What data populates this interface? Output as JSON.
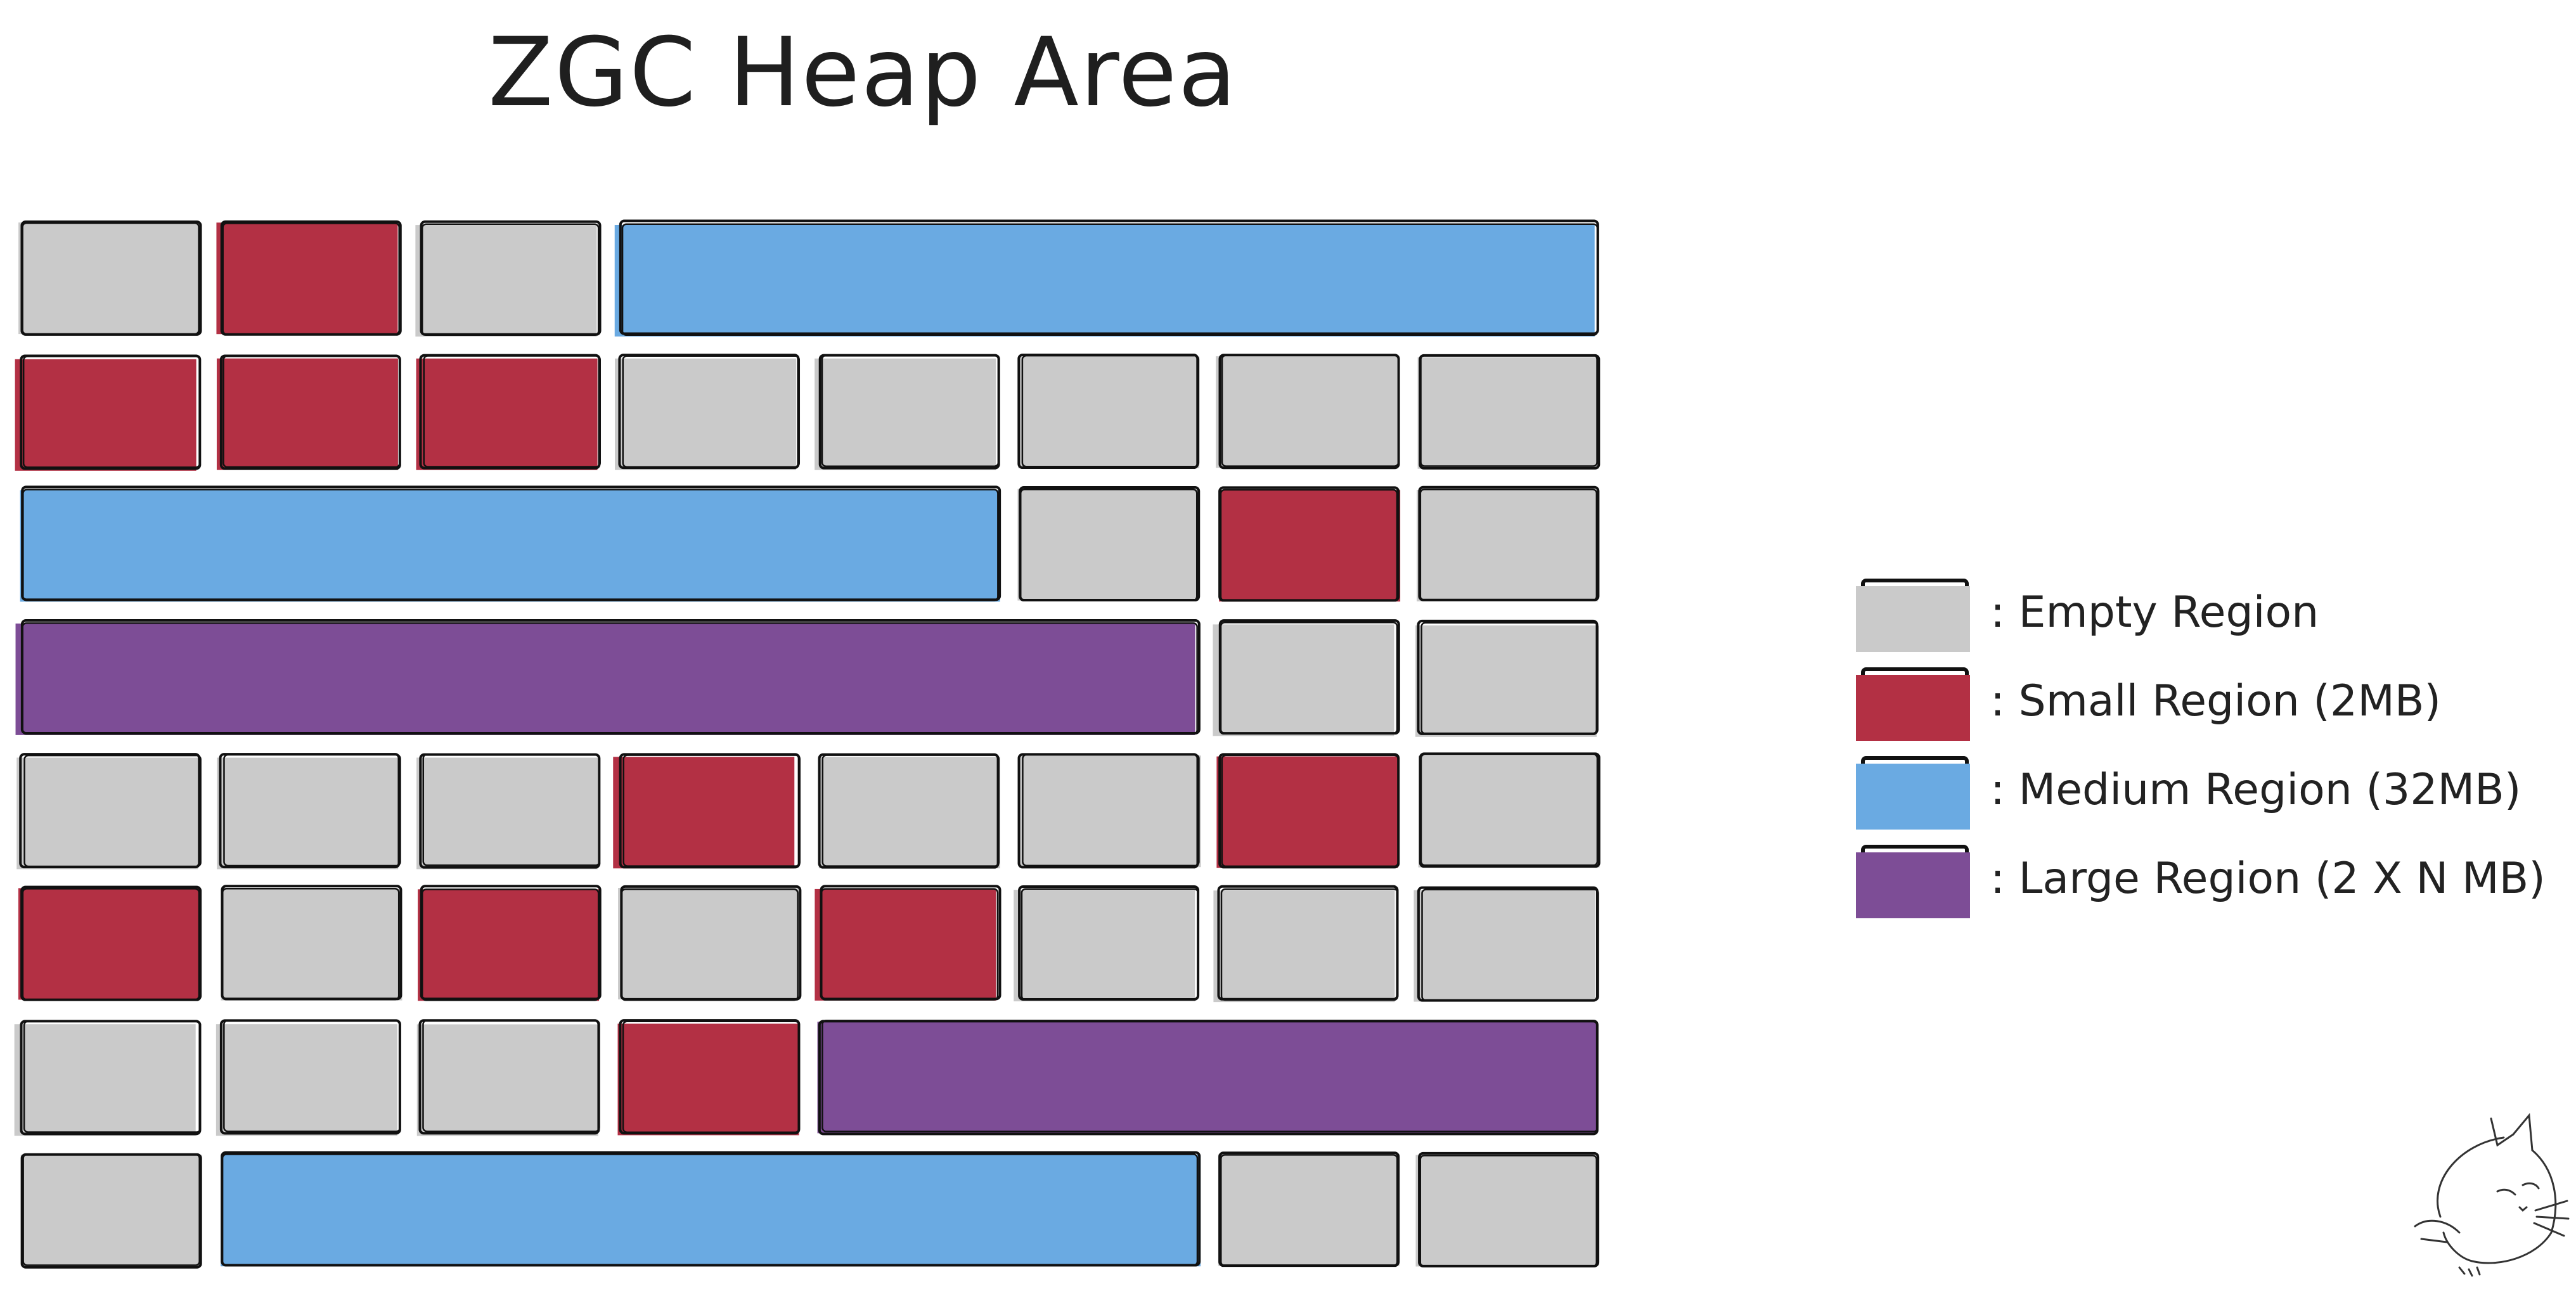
{
  "title": "ZGC Heap Area",
  "colors": {
    "empty": "#cacaca",
    "small": "#b33044",
    "medium": "#6aaae2",
    "large": "#7d4d96",
    "stroke": "#111111"
  },
  "grid": {
    "columns": 8,
    "rows": [
      [
        {
          "type": "empty",
          "span": 1
        },
        {
          "type": "small",
          "span": 1
        },
        {
          "type": "empty",
          "span": 1
        },
        {
          "type": "medium",
          "span": 5
        }
      ],
      [
        {
          "type": "small",
          "span": 1
        },
        {
          "type": "small",
          "span": 1
        },
        {
          "type": "small",
          "span": 1
        },
        {
          "type": "empty",
          "span": 1
        },
        {
          "type": "empty",
          "span": 1
        },
        {
          "type": "empty",
          "span": 1
        },
        {
          "type": "empty",
          "span": 1
        },
        {
          "type": "empty",
          "span": 1
        }
      ],
      [
        {
          "type": "medium",
          "span": 5
        },
        {
          "type": "empty",
          "span": 1
        },
        {
          "type": "small",
          "span": 1
        },
        {
          "type": "empty",
          "span": 1
        }
      ],
      [
        {
          "type": "large",
          "span": 6
        },
        {
          "type": "empty",
          "span": 1
        },
        {
          "type": "empty",
          "span": 1
        }
      ],
      [
        {
          "type": "empty",
          "span": 1
        },
        {
          "type": "empty",
          "span": 1
        },
        {
          "type": "empty",
          "span": 1
        },
        {
          "type": "small",
          "span": 1
        },
        {
          "type": "empty",
          "span": 1
        },
        {
          "type": "empty",
          "span": 1
        },
        {
          "type": "small",
          "span": 1
        },
        {
          "type": "empty",
          "span": 1
        }
      ],
      [
        {
          "type": "small",
          "span": 1
        },
        {
          "type": "empty",
          "span": 1
        },
        {
          "type": "small",
          "span": 1
        },
        {
          "type": "empty",
          "span": 1
        },
        {
          "type": "small",
          "span": 1
        },
        {
          "type": "empty",
          "span": 1
        },
        {
          "type": "empty",
          "span": 1
        },
        {
          "type": "empty",
          "span": 1
        }
      ],
      [
        {
          "type": "empty",
          "span": 1
        },
        {
          "type": "empty",
          "span": 1
        },
        {
          "type": "empty",
          "span": 1
        },
        {
          "type": "small",
          "span": 1
        },
        {
          "type": "large",
          "span": 4
        }
      ],
      [
        {
          "type": "empty",
          "span": 1
        },
        {
          "type": "medium",
          "span": 5
        },
        {
          "type": "empty",
          "span": 1
        },
        {
          "type": "empty",
          "span": 1
        }
      ]
    ]
  },
  "legend": [
    {
      "type": "empty",
      "label": ": Empty Region"
    },
    {
      "type": "small",
      "label": ": Small Region (2MB)"
    },
    {
      "type": "medium",
      "label": ": Medium Region (32MB)"
    },
    {
      "type": "large",
      "label": ": Large Region (2 X N MB)"
    }
  ],
  "mascot_icon": "sleeping-cat-icon"
}
